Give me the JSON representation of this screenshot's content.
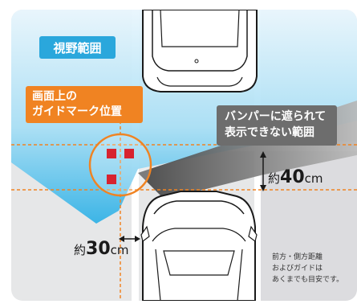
{
  "labels": {
    "field_of_view": "視野範囲",
    "guide_mark_line1": "画面上の",
    "guide_mark_line2": "ガイドマーク位置",
    "bumper_line1": "バンパーに遮られて",
    "bumper_line2": "表示できない範囲"
  },
  "distances": {
    "front": {
      "prefix": "約",
      "value": "40",
      "unit": "cm"
    },
    "side": {
      "prefix": "約",
      "value": "30",
      "unit": "cm"
    }
  },
  "note": {
    "line1": "前方・側方距離",
    "line2": "およびガイドは",
    "line3": "あくまでも目安です。"
  },
  "colors": {
    "view_area": "#5bbfe8",
    "guide_orange": "#f08322",
    "guide_red": "#d7232f",
    "blocked_gray": "#5e5e5e",
    "road": "#e6e7e8"
  }
}
